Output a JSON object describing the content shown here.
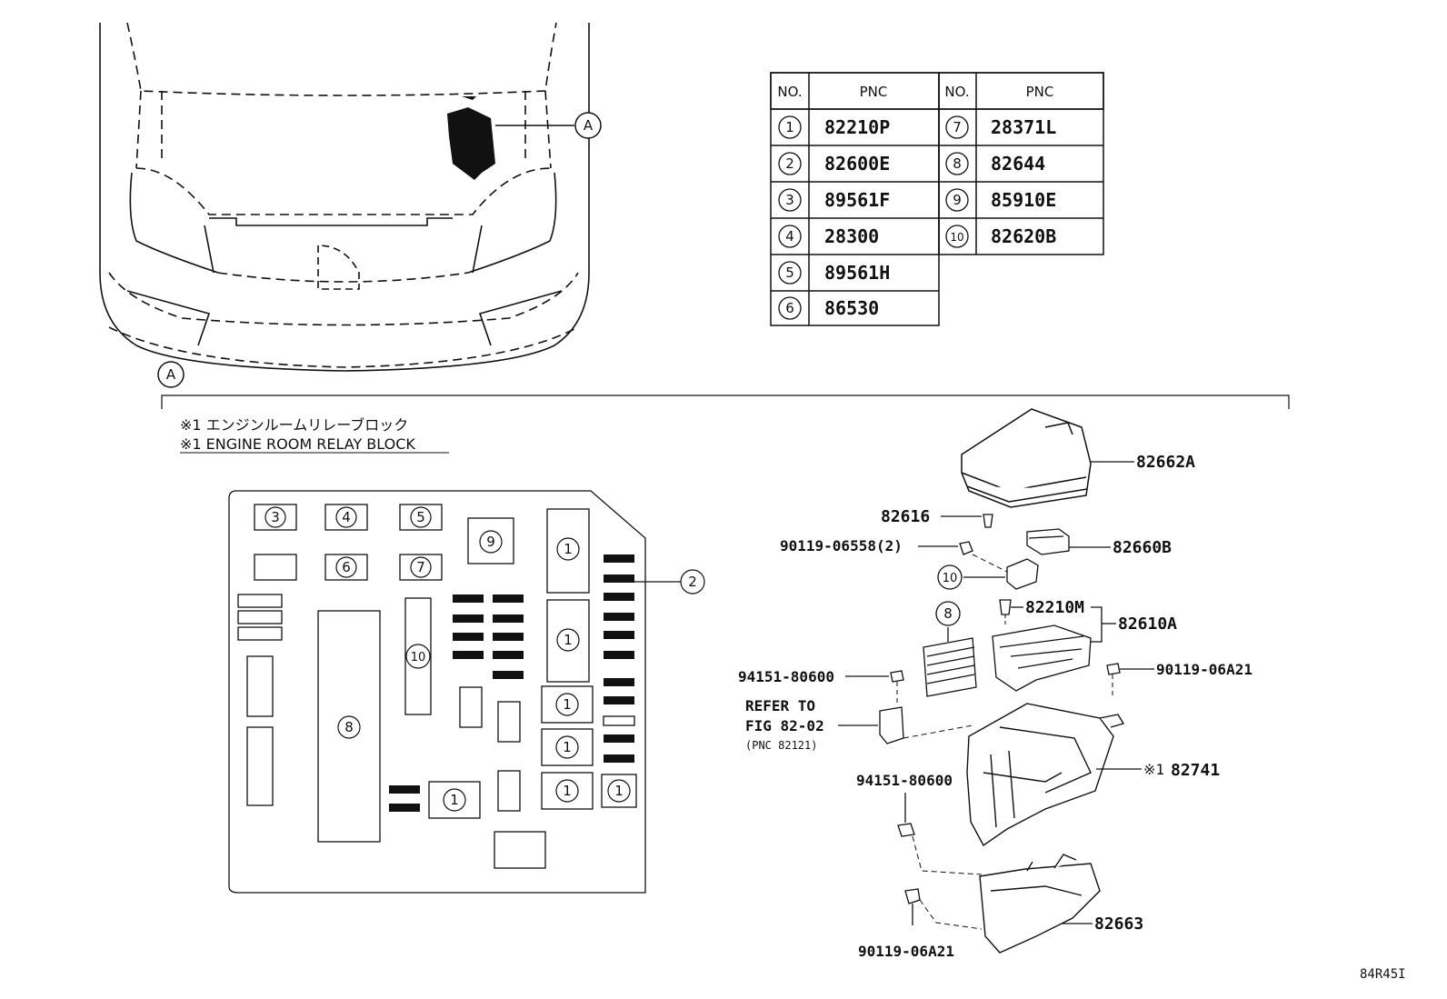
{
  "table": {
    "header_no": "NO.",
    "header_pnc": "PNC",
    "rows_left": [
      {
        "no": "1",
        "pnc": "82210P"
      },
      {
        "no": "2",
        "pnc": "82600E"
      },
      {
        "no": "3",
        "pnc": "89561F"
      },
      {
        "no": "4",
        "pnc": "28300"
      },
      {
        "no": "5",
        "pnc": "89561H"
      },
      {
        "no": "6",
        "pnc": "86530"
      }
    ],
    "rows_right": [
      {
        "no": "7",
        "pnc": "28371L"
      },
      {
        "no": "8",
        "pnc": "82644"
      },
      {
        "no": "9",
        "pnc": "85910E"
      },
      {
        "no": "10",
        "pnc": "82620B"
      }
    ]
  },
  "callout_a": "A",
  "note": {
    "jp": "※1 エンジンルームリレーブロック",
    "en": "※1 ENGINE ROOM RELAY BLOCK"
  },
  "layout_labels": {
    "fuse3": "3",
    "fuse4": "4",
    "fuse5": "5",
    "fuse6": "6",
    "fuse7": "7",
    "fuse9": "9",
    "fuse10": "10",
    "fuse8": "8",
    "fuse2": "2",
    "fuse1": "1"
  },
  "parts": {
    "cover": "82662A",
    "p82616": "82616",
    "bolt_top": "90119-06558(2)",
    "relay_box": "82660B",
    "callout10": "10",
    "callout8": "8",
    "p82210m": "82210M",
    "p82610a": "82610A",
    "nut1": "94151-80600",
    "bolt_right": "90119-06A21",
    "refer1": "REFER TO",
    "refer2": "FIG 82-02",
    "refer3": "(PNC 82121)",
    "block_mark": "※1",
    "block": "82741",
    "nut2": "94151-80600",
    "lower": "82663",
    "bolt_bottom": "90119-06A21"
  },
  "figure_code": "84R45I"
}
